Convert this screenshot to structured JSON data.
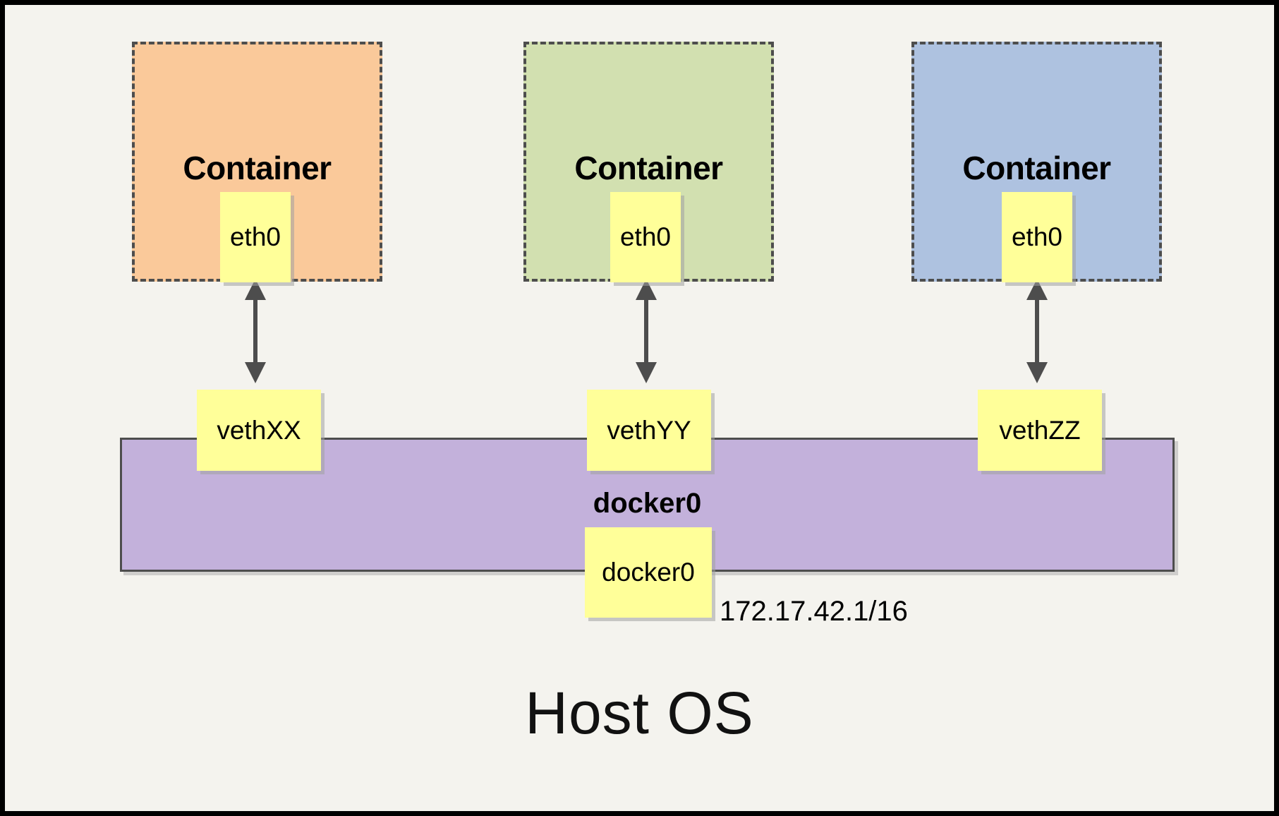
{
  "diagram": {
    "title_bottom": "Host OS",
    "background_color": "#f4f3ee",
    "border_color": "#000000",
    "containers": [
      {
        "label": "Container",
        "interface_label": "eth0",
        "fill_color": "#fac99a",
        "border_style": "dashed",
        "border_color": "#4d4d4d"
      },
      {
        "label": "Container",
        "interface_label": "eth0",
        "fill_color": "#d2e0b0",
        "border_style": "dashed",
        "border_color": "#4d4d4d"
      },
      {
        "label": "Container",
        "interface_label": "eth0",
        "fill_color": "#aec2e0",
        "border_style": "dashed",
        "border_color": "#4d4d4d"
      }
    ],
    "veth_pairs": [
      {
        "label": "vethXX"
      },
      {
        "label": "vethYY"
      },
      {
        "label": "vethZZ"
      }
    ],
    "bridge": {
      "name": "docker0",
      "interface_label": "docker0",
      "ip_address": "172.17.42.1/16",
      "fill_color": "#c3b1db",
      "border_color": "#4d4d4d"
    },
    "connector": {
      "type": "double-headed-arrow",
      "color": "#4d4d4d",
      "count": 3
    },
    "node_fill_color": "#ffff99"
  }
}
